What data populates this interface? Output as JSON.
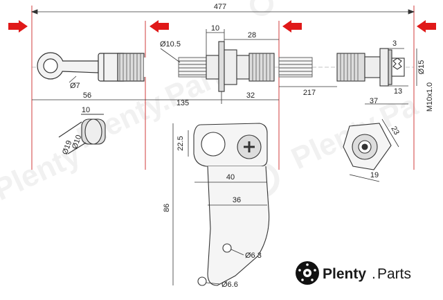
{
  "dimensions": {
    "total_length": "477",
    "left_fitting_hole_dia": "Ø7",
    "left_fitting_to_ref": "56",
    "hose_outer_dia": "Ø10.5",
    "bracket_nut_width": "10",
    "bracket_section_length": "28",
    "bracket_to_ref": "135",
    "bracket_offset": "32",
    "middle_hose_length": "217",
    "right_fitting_width": "3",
    "right_fitting_dia": "Ø15",
    "right_fitting_thread_len": "13",
    "right_fitting_body_len": "37",
    "thread_spec": "M10x1.0",
    "banjo_width": "10",
    "banjo_outer_dia": "Ø19",
    "banjo_inner_dia": "Ø10",
    "bracket_height": "22.5",
    "bracket_width": "40",
    "bracket_arm_width": "36",
    "bracket_total_height": "86",
    "bracket_small_hole": "Ø6.3",
    "bracket_bottom_hole": "Ø6.6",
    "hex_across_flats": "23",
    "hex_size": "19"
  },
  "brand": {
    "name": "Plenty",
    "dot": ".",
    "suffix": "Parts"
  },
  "colors": {
    "arrow": "#e01818",
    "dim_line": "#d23b3b",
    "outline": "#333333"
  }
}
